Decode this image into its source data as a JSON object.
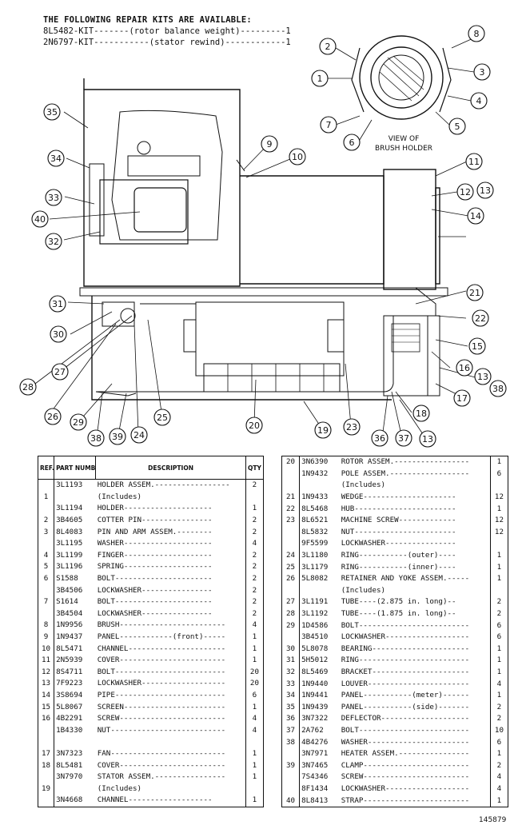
{
  "kits": {
    "heading": "THE FOLLOWING REPAIR KITS ARE AVAILABLE:",
    "lines": [
      "8L5482-KIT-------(rotor balance weight)---------1",
      "2N6797-KIT-----------(stator rewind)------------1"
    ]
  },
  "brush_view_caption": [
    "VIEW OF",
    "BRUSH HOLDER"
  ],
  "callouts": [
    "1",
    "2",
    "3",
    "4",
    "5",
    "6",
    "7",
    "8",
    "9",
    "10",
    "11",
    "12",
    "13",
    "14",
    "15",
    "16",
    "13",
    "38",
    "17",
    "18",
    "13",
    "37",
    "36",
    "19",
    "20",
    "23",
    "21",
    "22",
    "25",
    "24",
    "39",
    "38",
    "29",
    "26",
    "28",
    "27",
    "30",
    "31",
    "32",
    "40",
    "33",
    "34",
    "35"
  ],
  "table_headers": {
    "ref": "REF. NO.",
    "part": "PART NUMBER",
    "desc": "DESCRIPTION",
    "qty": "QTY"
  },
  "left_rows": [
    {
      "ref": "",
      "pn": "3L1193",
      "desc": "HOLDER ASSEM.-----------------",
      "qty": "2"
    },
    {
      "ref": "1",
      "pn": "",
      "desc": "(Includes)",
      "qty": ""
    },
    {
      "ref": "",
      "pn": "3L1194",
      "desc": "   HOLDER--------------------",
      "qty": "1"
    },
    {
      "ref": "2",
      "pn": "3B4605",
      "desc": "   COTTER PIN----------------",
      "qty": "2"
    },
    {
      "ref": "3",
      "pn": "8L4083",
      "desc": "   PIN AND ARM ASSEM.--------",
      "qty": "2"
    },
    {
      "ref": "",
      "pn": "3L1195",
      "desc": "   WASHER--------------------",
      "qty": "4"
    },
    {
      "ref": "4",
      "pn": "3L1199",
      "desc": "   FINGER--------------------",
      "qty": "2"
    },
    {
      "ref": "5",
      "pn": "3L1196",
      "desc": "   SPRING--------------------",
      "qty": "2"
    },
    {
      "ref": "6",
      "pn": "S1588",
      "desc": "   BOLT----------------------",
      "qty": "2"
    },
    {
      "ref": "",
      "pn": "3B4506",
      "desc": "   LOCKWASHER----------------",
      "qty": "2"
    },
    {
      "ref": "7",
      "pn": "S1614",
      "desc": "   BOLT----------------------",
      "qty": "2"
    },
    {
      "ref": "",
      "pn": "3B4504",
      "desc": "   LOCKWASHER----------------",
      "qty": "2"
    },
    {
      "ref": "8",
      "pn": "1N9956",
      "desc": "BRUSH------------------------",
      "qty": "4"
    },
    {
      "ref": "9",
      "pn": "1N9437",
      "desc": "PANEL------------(front)-----",
      "qty": "1"
    },
    {
      "ref": "10",
      "pn": "8L5471",
      "desc": "CHANNEL----------------------",
      "qty": "1"
    },
    {
      "ref": "11",
      "pn": "2N5939",
      "desc": "COVER------------------------",
      "qty": "1"
    },
    {
      "ref": "12",
      "pn": "8S4711",
      "desc": "BOLT-------------------------",
      "qty": "20"
    },
    {
      "ref": "13",
      "pn": "7F9223",
      "desc": "LOCKWASHER-------------------",
      "qty": "20"
    },
    {
      "ref": "14",
      "pn": "3S8694",
      "desc": "PIPE-------------------------",
      "qty": "6"
    },
    {
      "ref": "15",
      "pn": "5L8067",
      "desc": "SCREEN-----------------------",
      "qty": "1"
    },
    {
      "ref": "16",
      "pn": "4B2291",
      "desc": "SCREW------------------------",
      "qty": "4"
    },
    {
      "ref": "",
      "pn": "1B4330",
      "desc": "NUT--------------------------",
      "qty": "4"
    },
    {
      "ref": "",
      "pn": "",
      "desc": "",
      "qty": ""
    },
    {
      "ref": "17",
      "pn": "3N7323",
      "desc": "FAN--------------------------",
      "qty": "1"
    },
    {
      "ref": "18",
      "pn": "8L5481",
      "desc": "COVER------------------------",
      "qty": "1"
    },
    {
      "ref": "",
      "pn": "3N7970",
      "desc": "STATOR ASSEM.----------------",
      "qty": "1"
    },
    {
      "ref": "19",
      "pn": "",
      "desc": "(Includes)",
      "qty": ""
    },
    {
      "ref": "",
      "pn": "3N4668",
      "desc": "   CHANNEL-------------------",
      "qty": "1"
    }
  ],
  "right_rows": [
    {
      "ref": "20",
      "pn": "3N6390",
      "desc": "ROTOR ASSEM.-----------------",
      "qty": "1"
    },
    {
      "ref": "",
      "pn": "1N9432",
      "desc": "POLE ASSEM.------------------",
      "qty": "6"
    },
    {
      "ref": "",
      "pn": "",
      "desc": "   (Includes)",
      "qty": ""
    },
    {
      "ref": "21",
      "pn": "1N9433",
      "desc": "   WEDGE---------------------",
      "qty": "12"
    },
    {
      "ref": "22",
      "pn": "8L5468",
      "desc": "   HUB-----------------------",
      "qty": "1"
    },
    {
      "ref": "23",
      "pn": "8L6521",
      "desc": "   MACHINE SCREW-------------",
      "qty": "12"
    },
    {
      "ref": "",
      "pn": "8L5832",
      "desc": "   NUT-----------------------",
      "qty": "12"
    },
    {
      "ref": "",
      "pn": "9F5599",
      "desc": "   LOCKWASHER----------------",
      "qty": ""
    },
    {
      "ref": "24",
      "pn": "3L1180",
      "desc": "   RING-----------(outer)----",
      "qty": "1"
    },
    {
      "ref": "25",
      "pn": "3L1179",
      "desc": "   RING-----------(inner)----",
      "qty": "1"
    },
    {
      "ref": "26",
      "pn": "5L8082",
      "desc": "RETAINER AND YOKE ASSEM.-----",
      "qty": "1"
    },
    {
      "ref": "",
      "pn": "",
      "desc": "   (Includes)",
      "qty": ""
    },
    {
      "ref": "27",
      "pn": "3L1191",
      "desc": "   TUBE----(2.875 in. long)--",
      "qty": "2"
    },
    {
      "ref": "28",
      "pn": "3L1192",
      "desc": "   TUBE----(1.875 in. long)--",
      "qty": "2"
    },
    {
      "ref": "29",
      "pn": "1D4586",
      "desc": "BOLT-------------------------",
      "qty": "6"
    },
    {
      "ref": "",
      "pn": "3B4510",
      "desc": "LOCKWASHER-------------------",
      "qty": "6"
    },
    {
      "ref": "30",
      "pn": "5L8078",
      "desc": "BEARING----------------------",
      "qty": "1"
    },
    {
      "ref": "31",
      "pn": "5H5012",
      "desc": "RING-------------------------",
      "qty": "1"
    },
    {
      "ref": "32",
      "pn": "8L5469",
      "desc": "BRACKET----------------------",
      "qty": "1"
    },
    {
      "ref": "33",
      "pn": "1N9440",
      "desc": "LOUVER-----------------------",
      "qty": "4"
    },
    {
      "ref": "34",
      "pn": "1N9441",
      "desc": "PANEL-----------(meter)------",
      "qty": "1"
    },
    {
      "ref": "35",
      "pn": "1N9439",
      "desc": "PANEL-----------(side)-------",
      "qty": "2"
    },
    {
      "ref": "36",
      "pn": "3N7322",
      "desc": "DEFLECTOR--------------------",
      "qty": "2"
    },
    {
      "ref": "37",
      "pn": "2A762",
      "desc": "BOLT-------------------------",
      "qty": "10"
    },
    {
      "ref": "38",
      "pn": "4B4276",
      "desc": "WASHER-----------------------",
      "qty": "6"
    },
    {
      "ref": "",
      "pn": "3N7971",
      "desc": "HEATER ASSEM.----------------",
      "qty": "1"
    },
    {
      "ref": "39",
      "pn": "3N7465",
      "desc": "CLAMP------------------------",
      "qty": "2"
    },
    {
      "ref": "",
      "pn": "7S4346",
      "desc": "SCREW------------------------",
      "qty": "4"
    },
    {
      "ref": "",
      "pn": "8F1434",
      "desc": "LOCKWASHER-------------------",
      "qty": "4"
    },
    {
      "ref": "40",
      "pn": "8L8413",
      "desc": "STRAP------------------------",
      "qty": "1"
    }
  ],
  "doc_number": "145879"
}
